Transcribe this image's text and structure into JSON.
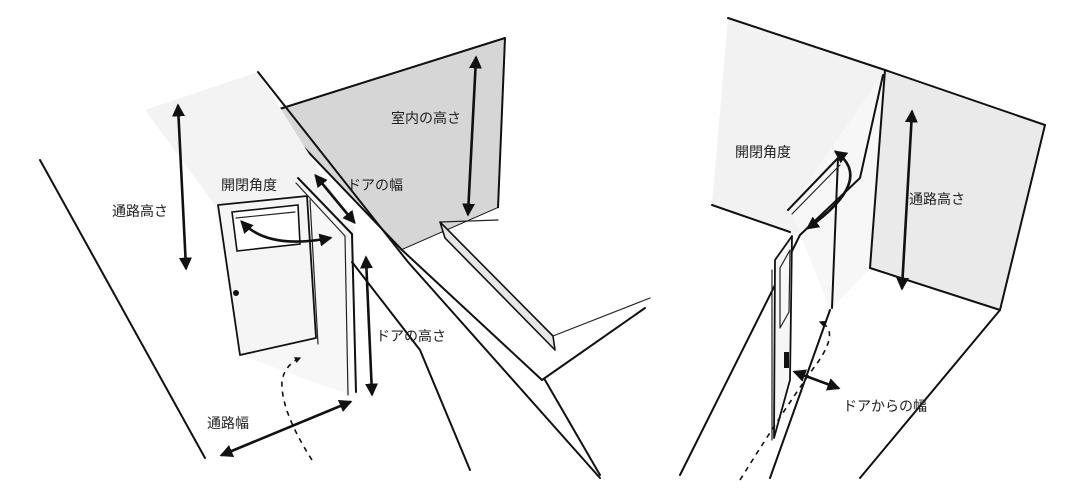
{
  "left_diagram": {
    "labels": {
      "room_height": "室内の高さ",
      "door_width": "ドアの幅",
      "opening_angle": "開閉角度",
      "corridor_height": "通路高さ",
      "door_height": "ドアの高さ",
      "corridor_width": "通路幅"
    }
  },
  "right_diagram": {
    "labels": {
      "opening_angle": "開閉角度",
      "corridor_height": "通路高さ",
      "width_from_door": "ドアからの幅"
    }
  },
  "colors": {
    "room_wall": "#d6d6d6",
    "wall_light": "#f2f2f2",
    "wall_mid": "#e9e9e9",
    "line": "#111111"
  }
}
